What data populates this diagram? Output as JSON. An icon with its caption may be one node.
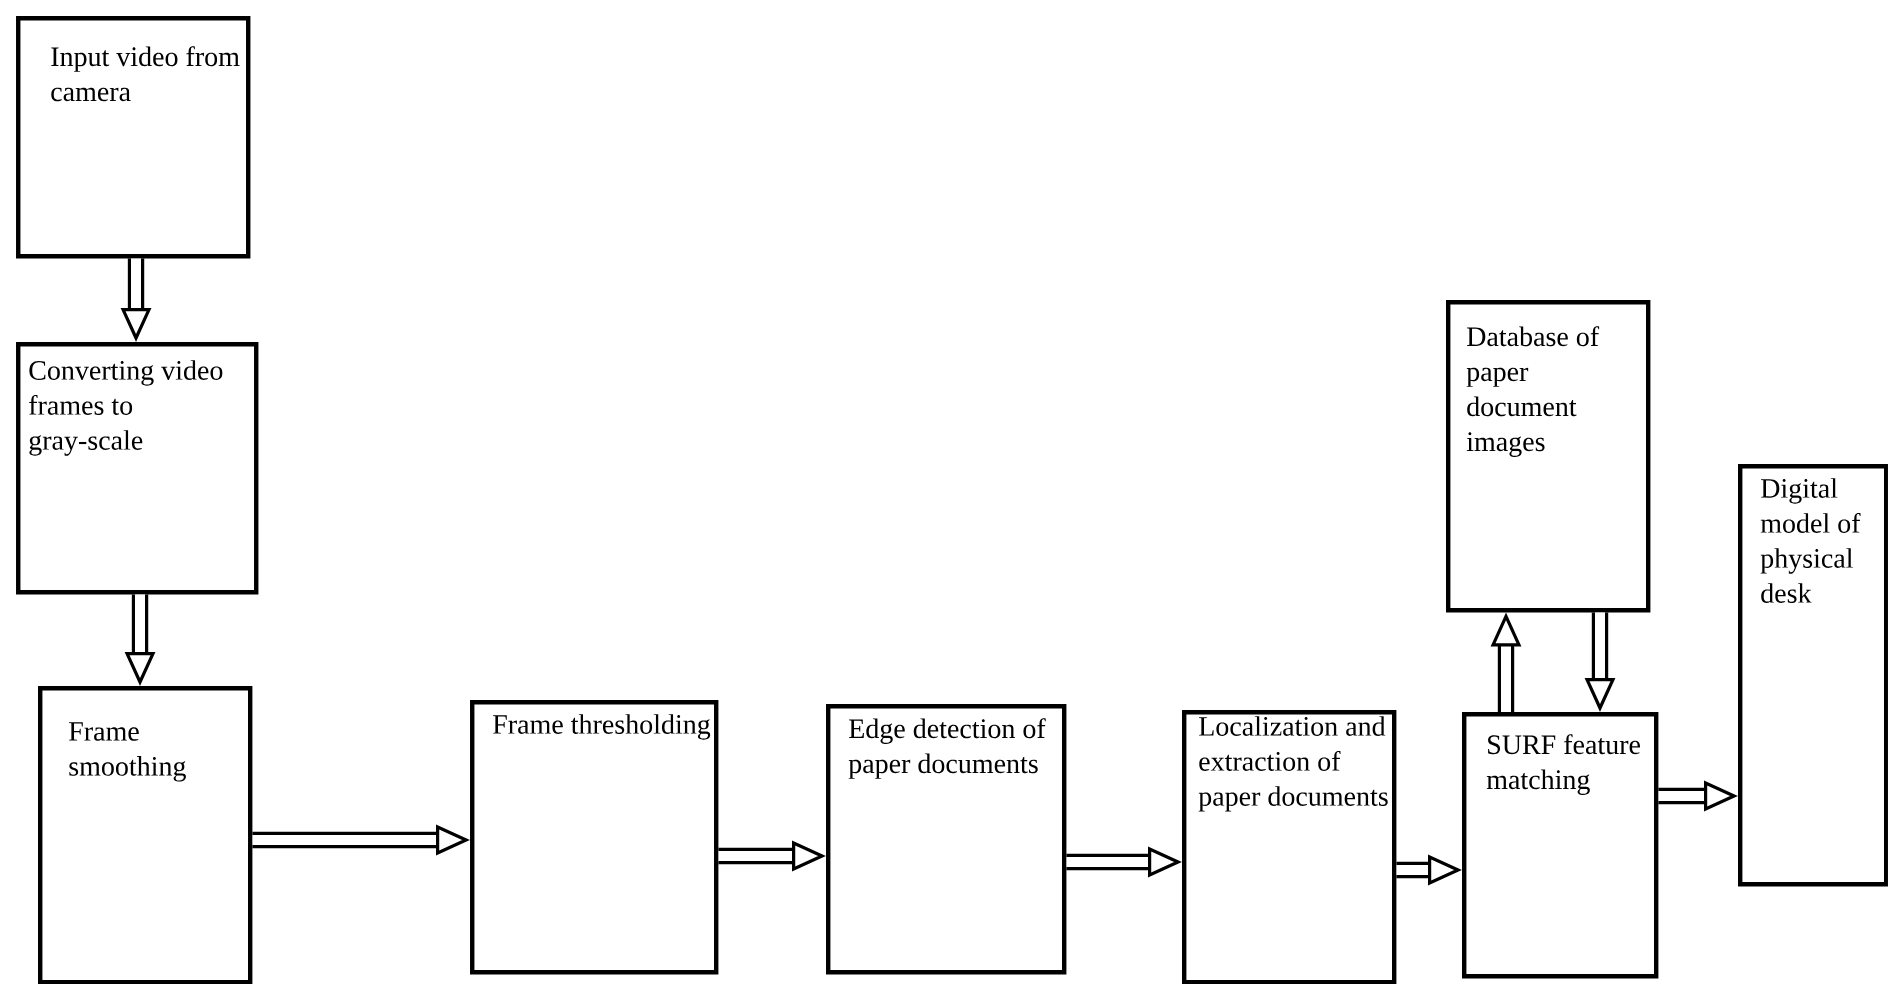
{
  "diagram": {
    "nodes": [
      {
        "text": [
          "Input video from camera"
        ]
      },
      {
        "text": [
          "Converting video frames to gray-scale"
        ]
      },
      {
        "text": [
          "Frame smoothing"
        ]
      },
      {
        "text": [
          "Frame thresholding"
        ]
      },
      {
        "text": [
          "Edge detection of paper documents"
        ]
      },
      {
        "text": [
          "Localization and extraction of paper documents"
        ]
      },
      {
        "text": [
          "SURF feature matching"
        ]
      },
      {
        "text": [
          "Database of paper document images"
        ]
      },
      {
        "text": [
          "Digital model of physical desk"
        ]
      }
    ],
    "edges": [
      {
        "from": 0,
        "to": 1,
        "arrow": "to"
      },
      {
        "from": 1,
        "to": 2,
        "arrow": "to"
      },
      {
        "from": 2,
        "to": 3,
        "arrow": "to"
      },
      {
        "from": 3,
        "to": 4,
        "arrow": "to"
      },
      {
        "from": 4,
        "to": 5,
        "arrow": "to"
      },
      {
        "from": 5,
        "to": 6,
        "arrow": "to"
      },
      {
        "from": 6,
        "to": 7,
        "arrow": "to"
      },
      {
        "from": 7,
        "to": 6,
        "arrow": "to"
      },
      {
        "from": 6,
        "to": 8,
        "arrow": "to"
      }
    ]
  }
}
